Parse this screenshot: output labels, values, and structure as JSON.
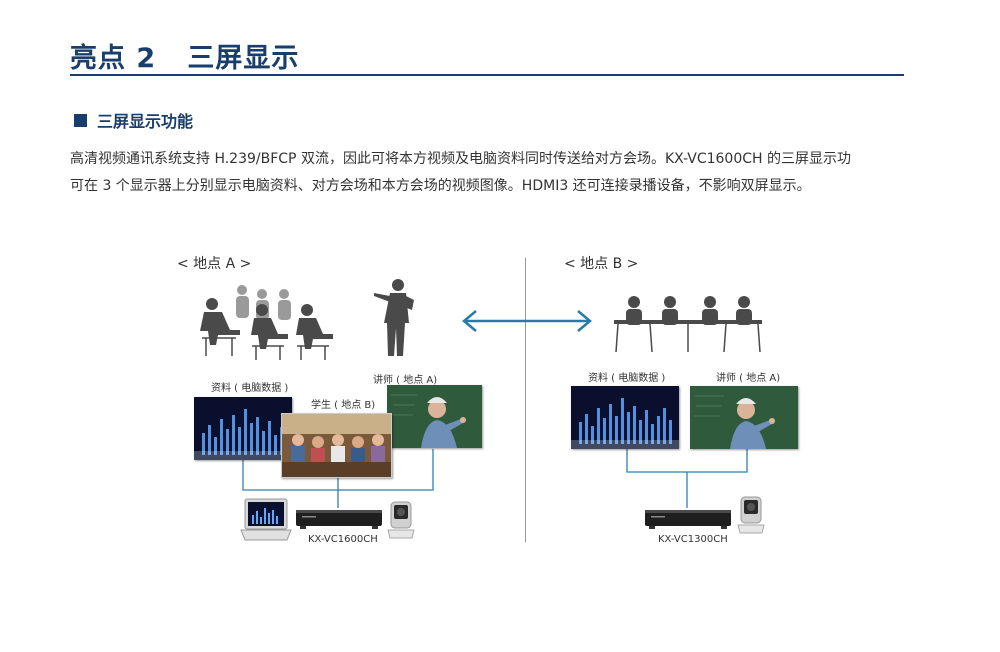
{
  "title": "亮点 2   三屏显示",
  "section": {
    "title": "三屏显示功能"
  },
  "body": {
    "line1": "高清视频通讯系统支持 H.239/BFCP 双流，因此可将本方视频及电脑资料同时传送给对方会场。KX-VC1600CH 的三屏显示功",
    "line2": "可在 3 个显示器上分别显示电脑资料、对方会场和本方会场的视频图像。HDMI3 还可连接录播设备，不影响双屏显示。"
  },
  "site_a": {
    "label": "< 地点 A >",
    "cap_data": "资料 ( 电脑数据 )",
    "cap_students": "学生 ( 地点 B)",
    "cap_lecturer": "讲师 ( 地点 A)",
    "device": "KX-VC1600CH"
  },
  "site_b": {
    "label": "< 地点 B >",
    "cap_data": "资料 ( 电脑数据 )",
    "cap_lecturer": "讲师 ( 地点 A)",
    "device": "KX-VC1300CH"
  },
  "colors": {
    "title": "#1a3e6c",
    "arrow": "#2a7aa8",
    "wire": "#2f80b3",
    "silhouette": "#4a4a4a"
  }
}
